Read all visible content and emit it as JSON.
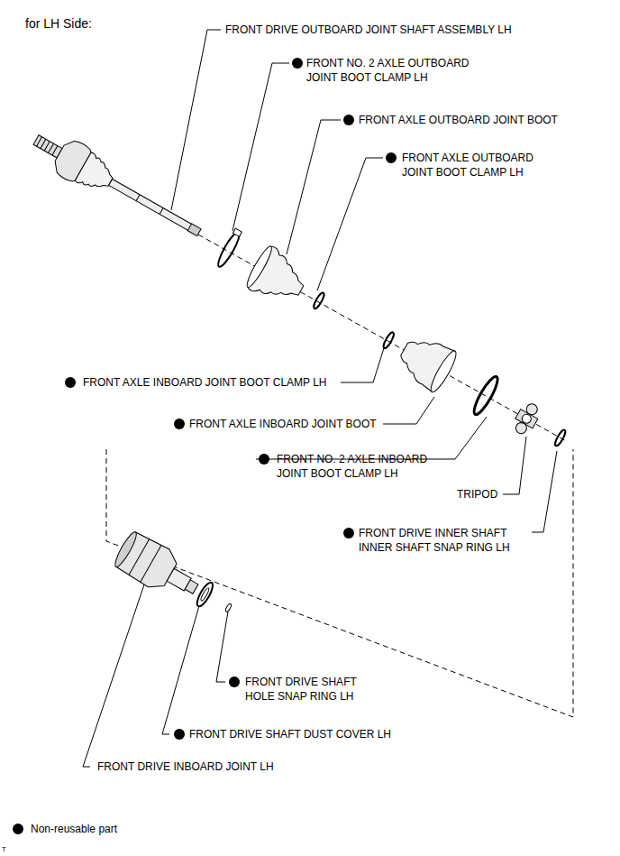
{
  "diagram": {
    "title": "for LH Side:",
    "labels": [
      "FRONT DRIVE OUTBOARD JOINT SHAFT ASSEMBLY LH",
      "FRONT NO. 2 AXLE OUTBOARD JOINT BOOT CLAMP LH",
      "FRONT AXLE OUTBOARD JOINT BOOT",
      "FRONT AXLE OUTBOARD JOINT BOOT CLAMP LH",
      "FRONT AXLE INBOARD JOINT BOOT CLAMP LH",
      "FRONT AXLE INBOARD JOINT BOOT",
      "FRONT NO. 2 AXLE INBOARD JOINT BOOT CLAMP LH",
      "TRIPOD",
      "FRONT DRIVE INNER SHAFT INNER SHAFT SNAP RING LH",
      "FRONT DRIVE SHAFT HOLE SNAP RING LH",
      "FRONT DRIVE SHAFT DUST COVER LH",
      "FRONT DRIVE INBOARD JOINT LH",
      "T"
    ],
    "legend": [
      {
        "text": "Non-reusable part"
      }
    ]
  }
}
